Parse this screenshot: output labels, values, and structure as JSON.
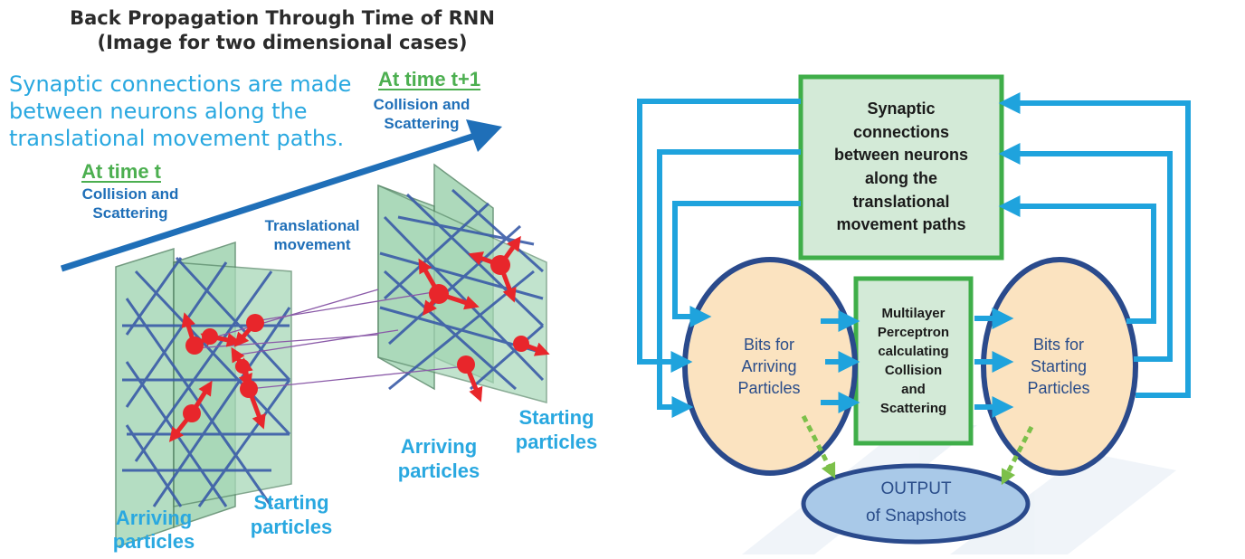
{
  "left": {
    "title_line1": "Back Propagation Through Time of RNN",
    "title_line2": "(Image for two dimensional cases)",
    "synaptic_line1": "Synaptic connections are made",
    "synaptic_line2": "between neurons along the",
    "synaptic_line3": "translational movement paths.",
    "time_t1": "At time t+1",
    "time_t": "At time t",
    "collision_line1": "Collision and",
    "collision_line2": "Scattering",
    "translational_line1": "Translational",
    "translational_line2": "movement",
    "arriving_line1": "Arriving",
    "arriving_line2": "particles",
    "starting_line1": "Starting",
    "starting_line2": "particles"
  },
  "right": {
    "synaptic_box": "Synaptic\nconnections\nbetween neurons\nalong the\ntranslational\nmovement paths",
    "mlp_box": "Multilayer\nPerceptron\ncalculating\nCollision\nand\nScattering",
    "arriving_bits": "Bits for\nArriving\nParticles",
    "starting_bits": "Bits for\nStarting\nParticles",
    "output_line1": "OUTPUT",
    "output_line2": "of Snapshots"
  },
  "colors": {
    "panel_green": "#a8d8b8",
    "lattice_blue": "#3a5ba8",
    "particle_red": "#e8262b",
    "arrow_blue": "#1f6fb8",
    "connector_cyan": "#1fa3dd",
    "box_green": "#3fae49",
    "oval_fill": "#fbe3c0",
    "oval_border": "#2a4a8c",
    "output_fill": "#a9c9e8"
  }
}
